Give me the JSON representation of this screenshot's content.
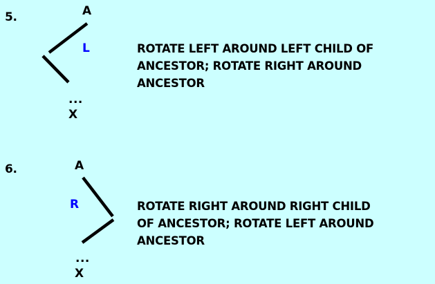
{
  "page": {
    "background_color": "#ccffff",
    "text_color": "#000000",
    "accent_color": "#0000ff"
  },
  "items": [
    {
      "marker": "5.",
      "diagram": {
        "ancestor_label": "A",
        "edge_label": "L",
        "ellipsis": "...",
        "descendant_label": "X",
        "shape": "left-chevron"
      },
      "description": "ROTATE LEFT AROUND LEFT CHILD OF ANCESTOR; ROTATE RIGHT AROUND ANCESTOR",
      "description_lines": [
        "ROTATE LEFT AROUND LEFT CHILD OF",
        "ANCESTOR; ROTATE RIGHT AROUND",
        "ANCESTOR"
      ]
    },
    {
      "marker": "6.",
      "diagram": {
        "ancestor_label": "A",
        "edge_label": "R",
        "ellipsis": "...",
        "descendant_label": "X",
        "shape": "right-chevron"
      },
      "description": "ROTATE RIGHT AROUND RIGHT CHILD OF ANCESTOR; ROTATE LEFT AROUND ANCESTOR",
      "description_lines": [
        "ROTATE RIGHT AROUND RIGHT CHILD",
        "OF ANCESTOR; ROTATE LEFT AROUND",
        "ANCESTOR"
      ]
    }
  ]
}
